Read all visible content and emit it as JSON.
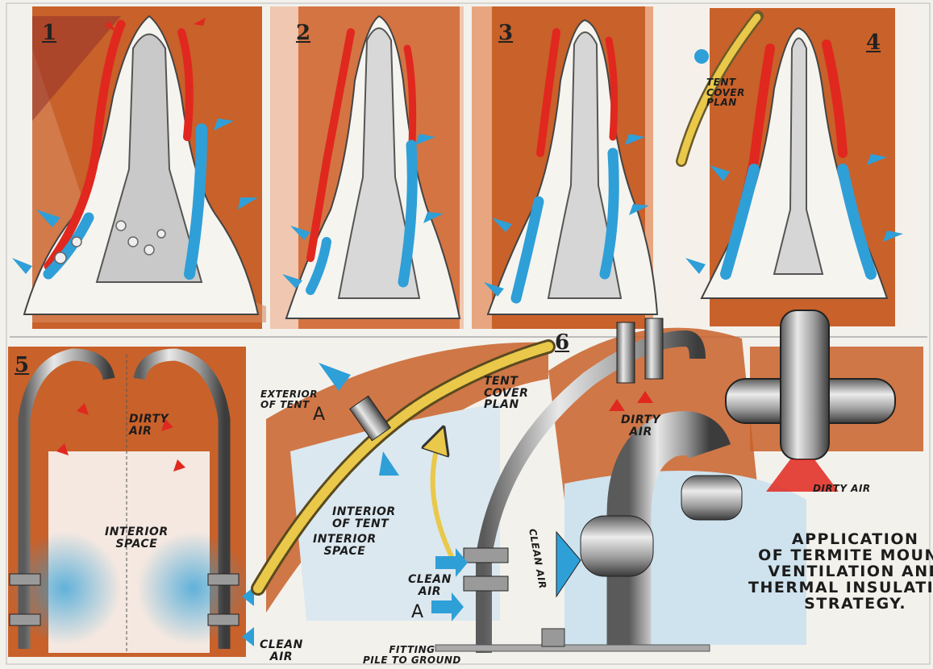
{
  "panels": {
    "p1": "1",
    "p2": "2",
    "p3": "3",
    "p4": "4",
    "p5": "5",
    "p6": "6"
  },
  "labels": {
    "tent_cover_plan_small": [
      "TENT",
      "COVER",
      "PLAN"
    ],
    "dirty_air_5": [
      "DIRTY",
      "AIR"
    ],
    "interior_space_5": [
      "INTERIOR",
      "SPACE"
    ],
    "clean_air_5": [
      "CLEAN",
      "AIR"
    ],
    "exterior_of_tent": [
      "EXTERIOR",
      "OF TENT"
    ],
    "section_a_1": "A",
    "tent_cover_plan": [
      "TENT",
      "COVER",
      "PLAN"
    ],
    "interior_of_tent": [
      "INTERIOR",
      "OF TENT"
    ],
    "interior_space_mid": [
      "INTERIOR",
      "SPACE"
    ],
    "fitting_pile": [
      "FITTING",
      "PILE TO GROUND"
    ],
    "clean_air_mid": [
      "CLEAN",
      "AIR"
    ],
    "section_a_2": "A",
    "clean_air_vertical": "CLEAN AIR",
    "dirty_air_6": [
      "DIRTY",
      "AIR"
    ],
    "dirty_air_right": "DIRTY AIR"
  },
  "title": [
    "APPLICATION",
    "OF TERMITE MOUND",
    "VENTILATION AND",
    "THERMAL INSULATION",
    "STRATEGY."
  ],
  "colors": {
    "orange": "#c8612a",
    "red": "#e0281f",
    "blue": "#2f9fd8",
    "yellow": "#e9c84a",
    "grey": "#a8a8a8"
  }
}
